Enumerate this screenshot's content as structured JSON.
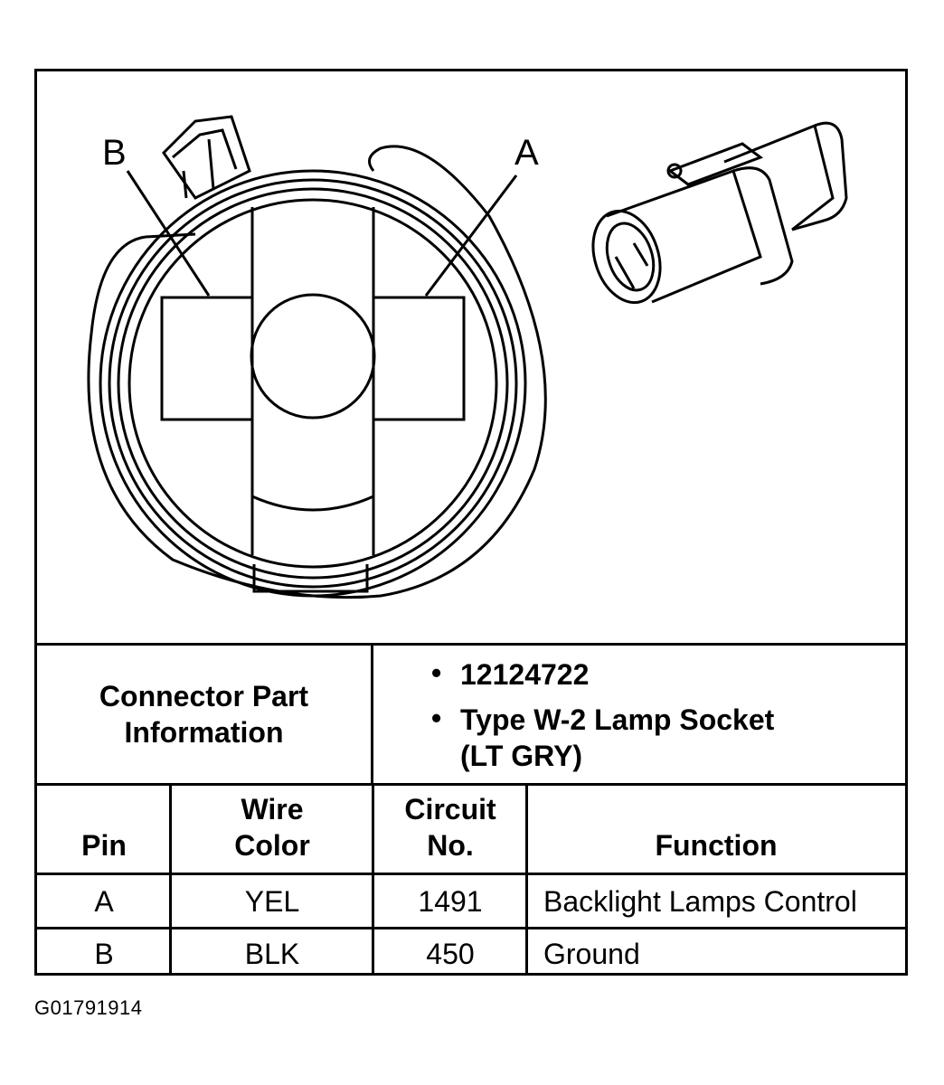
{
  "diagram": {
    "pin_label_b": "B",
    "pin_label_a": "A"
  },
  "info": {
    "heading_line1": "Connector Part",
    "heading_line2": "Information",
    "bullets": [
      "12124722",
      "Type W-2 Lamp Socket",
      "(LT GRY)"
    ],
    "bullet_symbol": "•"
  },
  "pin_table": {
    "headers": {
      "pin": "Pin",
      "wire_line1": "Wire",
      "wire_line2": "Color",
      "circuit_line1": "Circuit",
      "circuit_line2": "No.",
      "function": "Function"
    },
    "rows": [
      {
        "pin": "A",
        "wire": "YEL",
        "circuit": "1491",
        "function": "Backlight Lamps Control"
      },
      {
        "pin": "B",
        "wire": "BLK",
        "circuit": "450",
        "function": "Ground"
      }
    ]
  },
  "figure_id": "G01791914"
}
